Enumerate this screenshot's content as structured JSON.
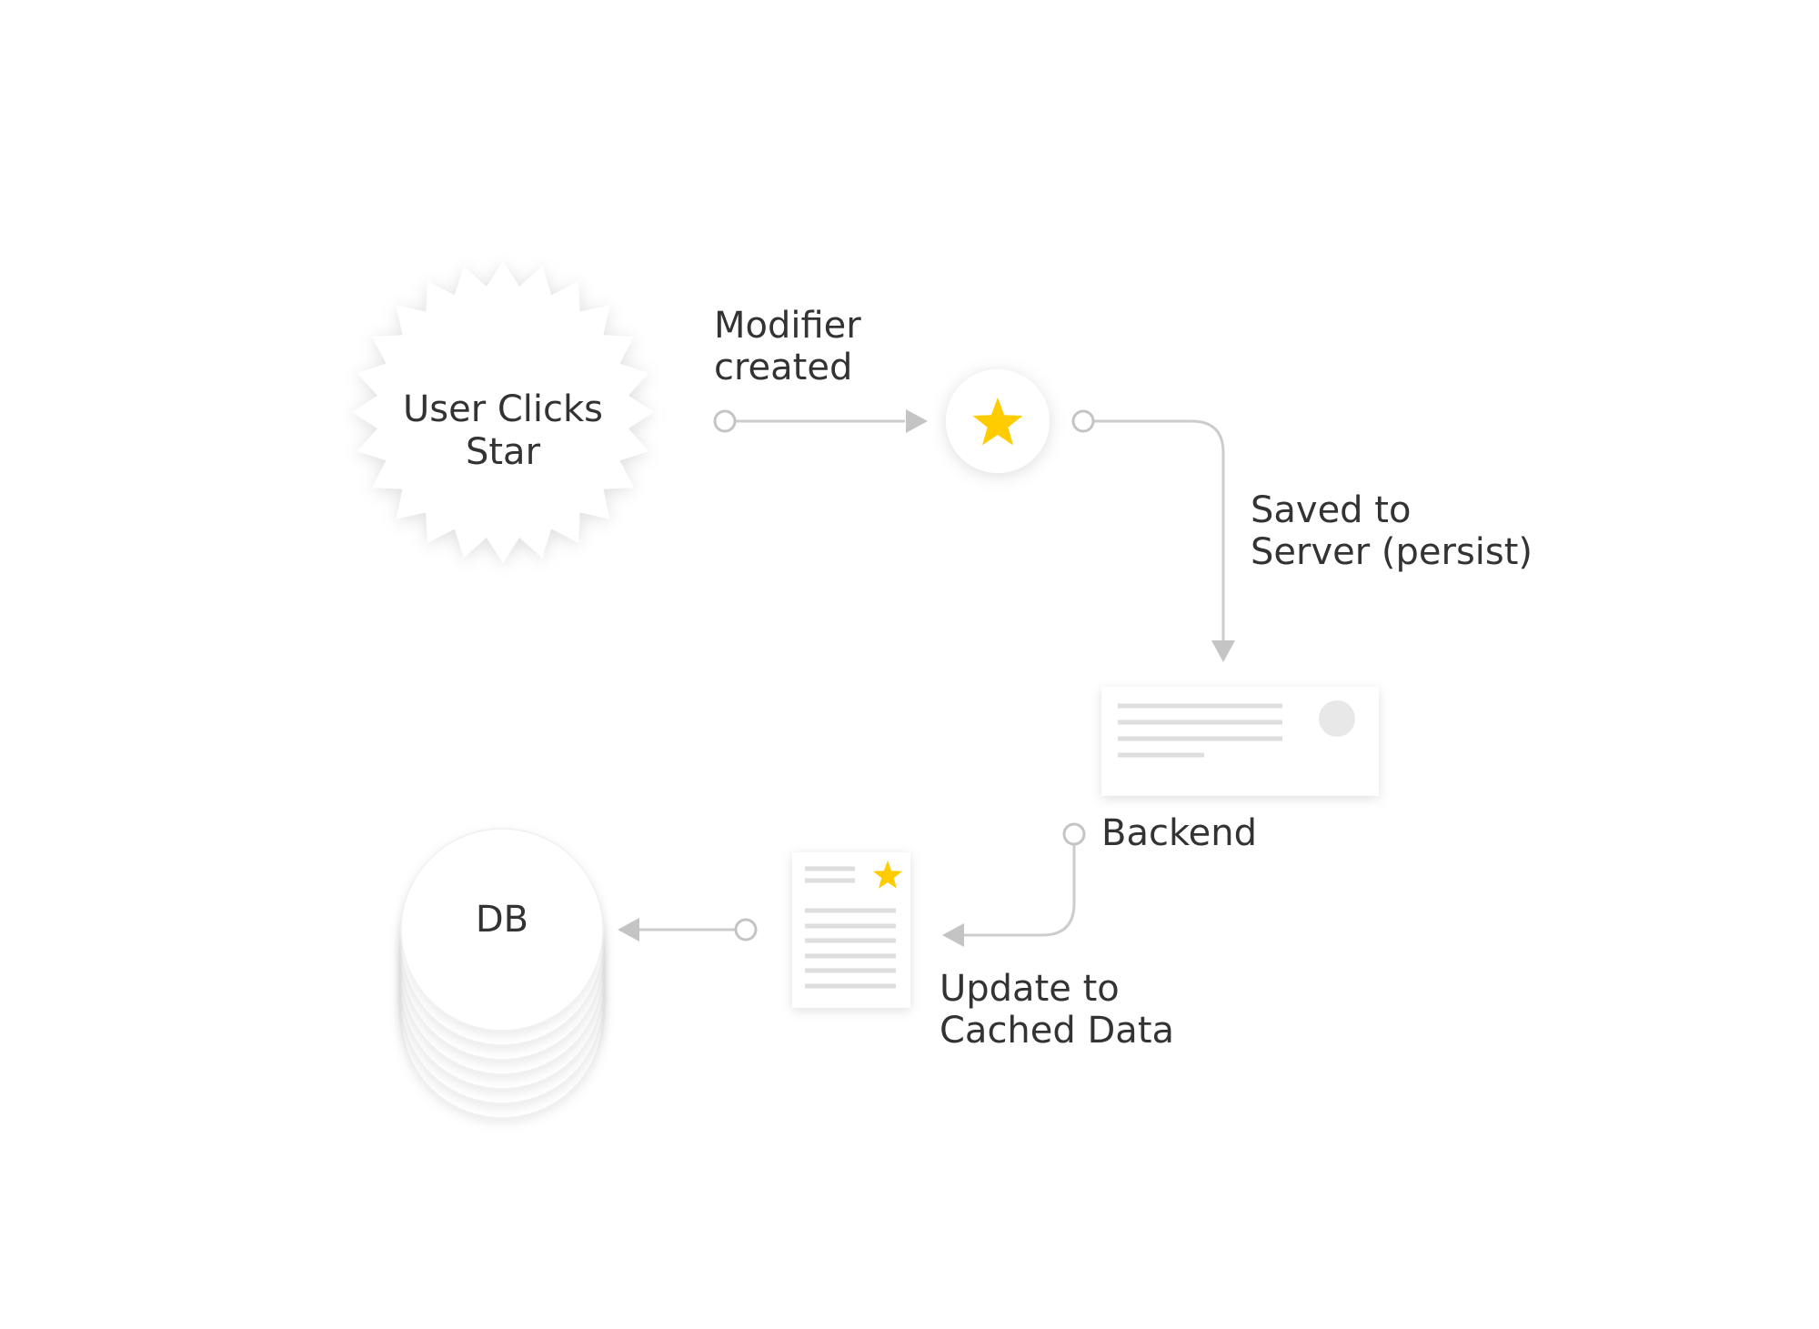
{
  "nodes": {
    "user_action": {
      "line1": "User Clicks",
      "line2": "Star",
      "icon": "starburst-shape"
    },
    "modifier": {
      "icon": "star-icon",
      "color": "#FFCC00"
    },
    "backend": {
      "label": "Backend",
      "icon": "server-card"
    },
    "cached_data": {
      "icon": "document-with-star-icon",
      "color": "#FFCC00"
    },
    "database": {
      "label": "DB",
      "icon": "stacked-disks"
    }
  },
  "edges": {
    "modifier_created": {
      "line1": "Modifier",
      "line2": "created"
    },
    "saved_to_server": {
      "line1": "Saved to",
      "line2": "Server (persist)"
    },
    "update_cache": {
      "line1": "Update to",
      "line2": "Cached Data"
    }
  },
  "colors": {
    "accent_star": "#FFCC00",
    "connector": "#CCCCCC",
    "text": "#333333"
  }
}
